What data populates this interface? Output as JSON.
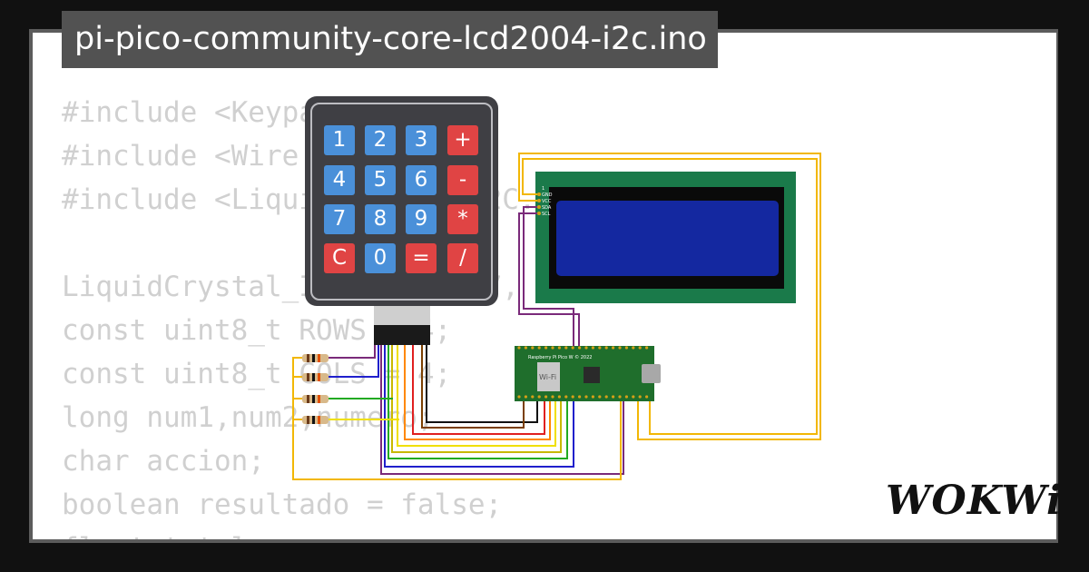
{
  "title": "pi-pico-community-core-lcd2004-i2c.ino",
  "code_lines": [
    "#include <Keypad.h>",
    "#include <Wire.h>",
    "#include <LiquidCrystal_I2C.h>",
    "",
    "LiquidCrystal_I2C lcd(0x27, 20, 4);",
    "const uint8_t ROWS = 4;",
    "const uint8_t COLS = 4;",
    "long num1,num2,numero;",
    "char accion;",
    "boolean resultado = false;",
    "float total;"
  ],
  "keypad": {
    "keys": [
      [
        "1",
        "2",
        "3",
        "+"
      ],
      [
        "4",
        "5",
        "6",
        "-"
      ],
      [
        "7",
        "8",
        "9",
        "*"
      ],
      [
        "C",
        "0",
        "=",
        "/"
      ]
    ]
  },
  "pico_board": {
    "label": "Raspberry Pi Pico W © 2022",
    "wifi_label": "Wi-Fi"
  },
  "lcd_pins": [
    "1",
    "GND",
    "VCC",
    "SDA",
    "SCL"
  ],
  "logo": "WOKWi",
  "colors": {
    "background": "#111111",
    "card": "#ffffff",
    "code_text": "#d0d0d0",
    "title_tab": "#525252",
    "keypad_body": "#3f3f44",
    "key_blue": "#4a90d9",
    "key_red": "#e04444",
    "lcd_pcb": "#1a7a4a",
    "lcd_screen": "#1428a0",
    "pico_pcb": "#1f6e2c"
  }
}
